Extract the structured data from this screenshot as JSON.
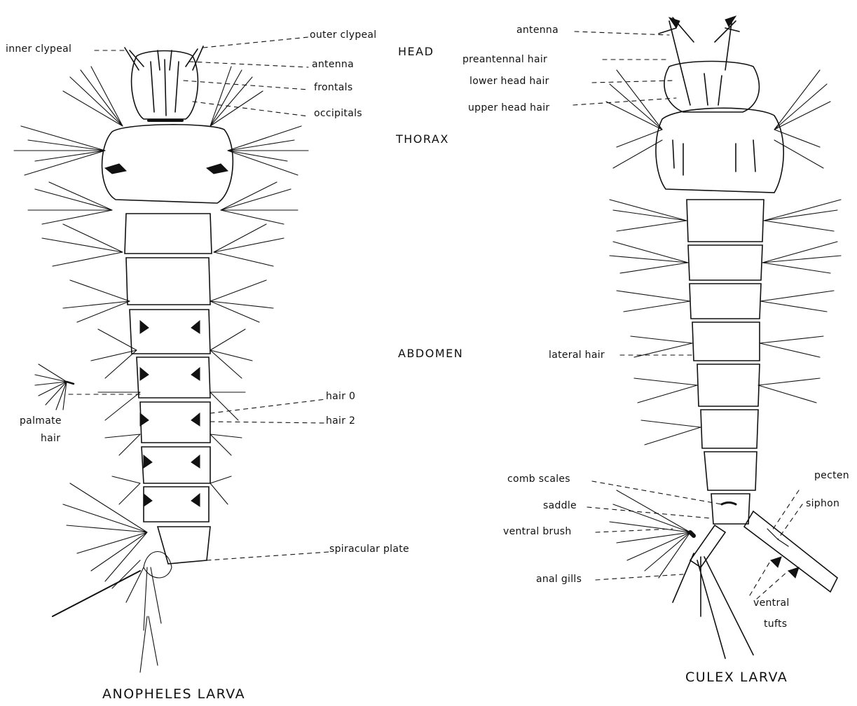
{
  "sections": {
    "head": "HEAD",
    "thorax": "THORAX",
    "abdomen": "ABDOMEN"
  },
  "anopheles": {
    "title": "ANOPHELES LARVA",
    "labels": {
      "inner_clypeal": "inner clypeal",
      "outer_clypeal": "outer clypeal",
      "antenna": "antenna",
      "frontals": "frontals",
      "occipitals": "occipitals",
      "palmate_hair_1": "palmate",
      "palmate_hair_2": "hair",
      "hair_0": "hair 0",
      "hair_2": "hair 2",
      "spiracular_plate": "spiracular plate"
    }
  },
  "culex": {
    "title": "CULEX LARVA",
    "labels": {
      "antenna": "antenna",
      "preantennal_hair": "preantennal hair",
      "lower_head_hair": "lower head hair",
      "upper_head_hair": "upper head hair",
      "lateral_hair": "lateral hair",
      "comb_scales": "comb scales",
      "saddle": "saddle",
      "ventral_brush": "ventral brush",
      "anal_gills": "anal gills",
      "pecten": "pecten",
      "siphon": "siphon",
      "ventral_tufts_1": "ventral",
      "ventral_tufts_2": "tufts"
    }
  },
  "colors": {
    "ink": "#111111",
    "background": "#ffffff"
  }
}
